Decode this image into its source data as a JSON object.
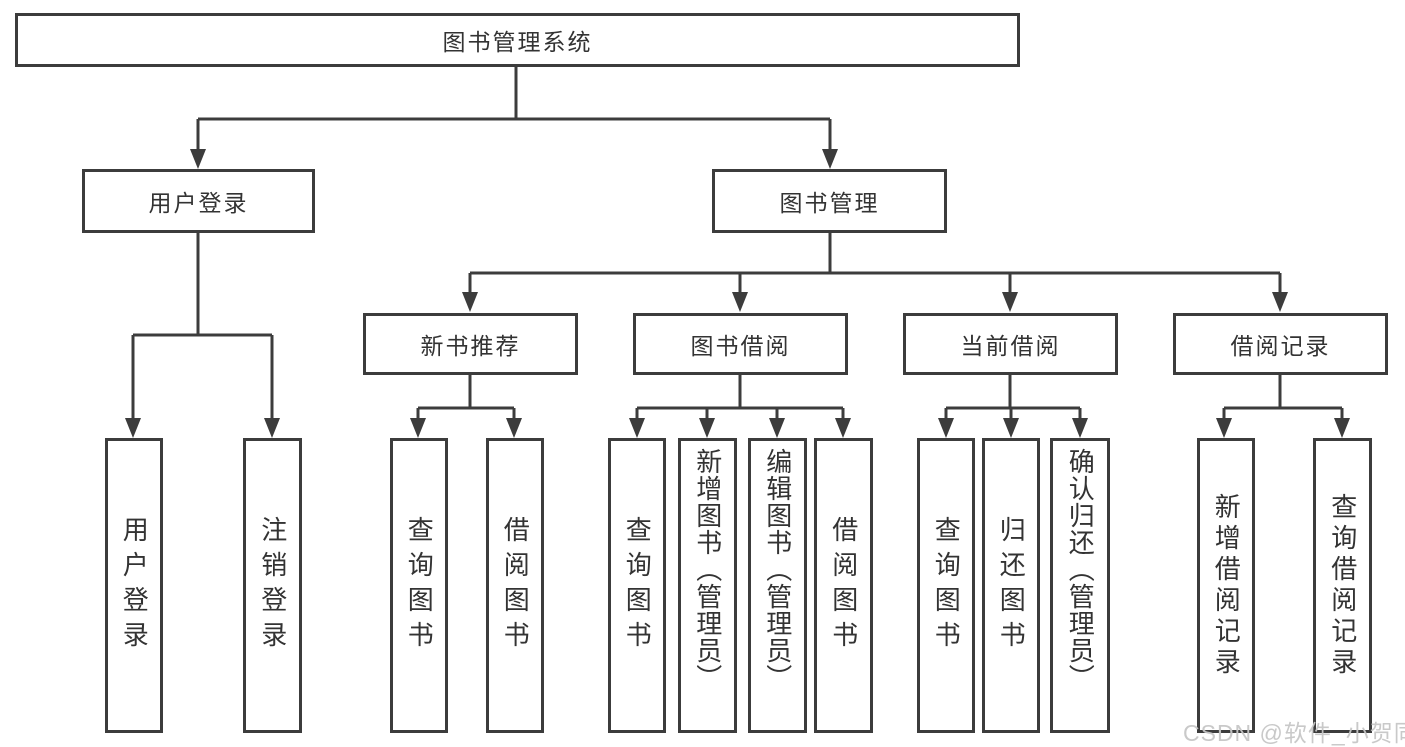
{
  "tree": {
    "label": "图书管理系统",
    "children": [
      {
        "label": "用户登录",
        "children": [
          {
            "label": "用户登录"
          },
          {
            "label": "注销登录"
          }
        ]
      },
      {
        "label": "图书管理",
        "children": [
          {
            "label": "新书推荐",
            "children": [
              {
                "label": "查询图书"
              },
              {
                "label": "借阅图书"
              }
            ]
          },
          {
            "label": "图书借阅",
            "children": [
              {
                "label": "查询图书"
              },
              {
                "label": "新增图书（管理员）"
              },
              {
                "label": "编辑图书（管理员）"
              },
              {
                "label": "借阅图书"
              }
            ]
          },
          {
            "label": "当前借阅",
            "children": [
              {
                "label": "查询图书"
              },
              {
                "label": "归还图书"
              },
              {
                "label": "确认归还（管理员）"
              }
            ]
          },
          {
            "label": "借阅记录",
            "children": [
              {
                "label": "新增借阅记录"
              },
              {
                "label": "查询借阅记录"
              }
            ]
          }
        ]
      }
    ]
  },
  "watermark": {
    "text": "CSDN @软件_小贺同学"
  },
  "colors": {
    "line": "#3c3c3c",
    "box_border": "#3c3c3c",
    "text": "#333333",
    "background": "#ffffff",
    "watermark": "#c6c6c6"
  }
}
